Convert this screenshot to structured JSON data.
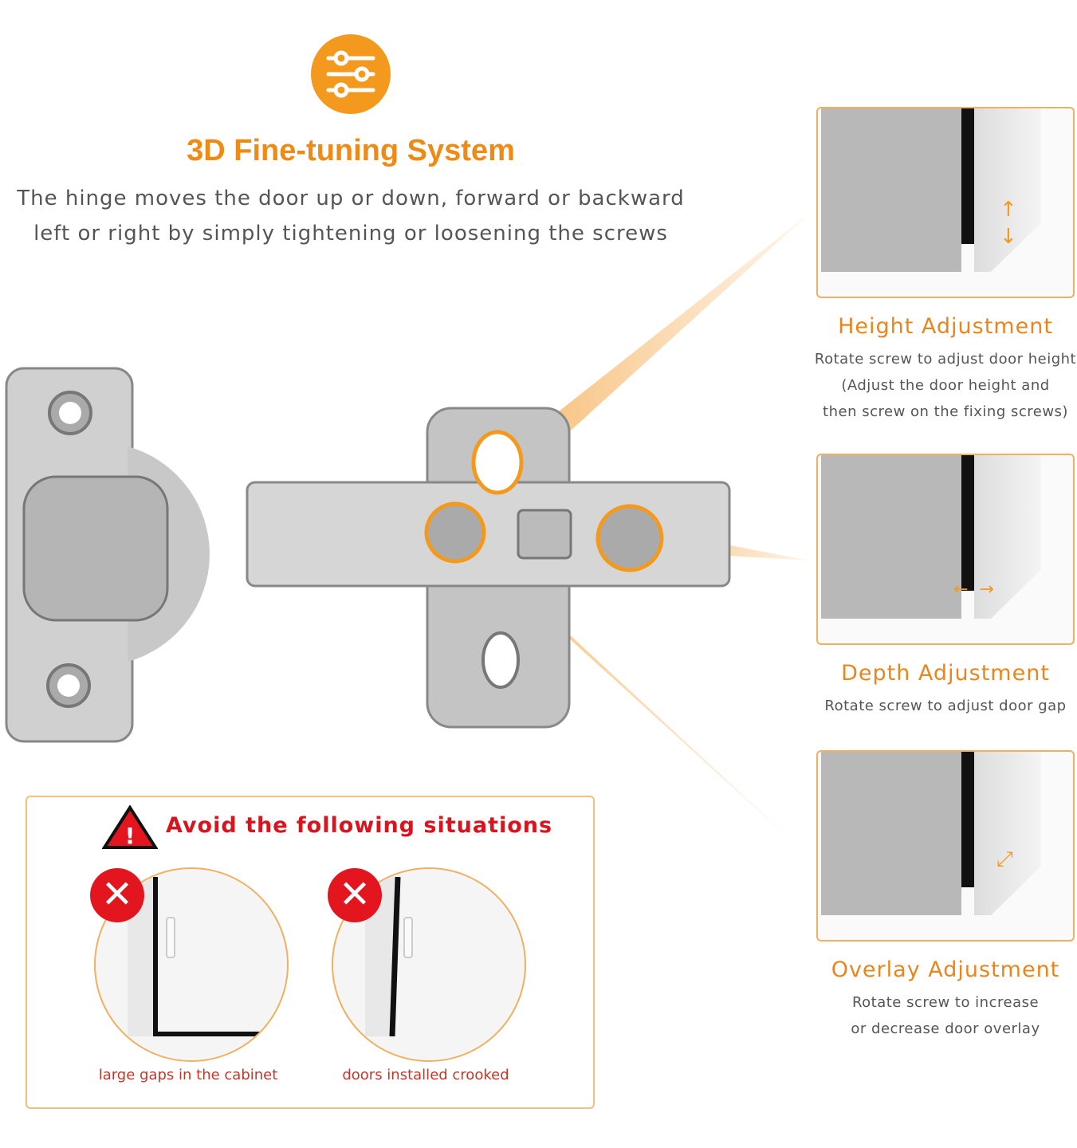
{
  "header": {
    "title": "3D Fine-tuning System",
    "subtitle_line1": "The hinge moves the door up or down, forward or backward",
    "subtitle_line2": "left or right by simply tightening or loosening the screws",
    "icon": "sliders-icon"
  },
  "adjustments": [
    {
      "title": "Height Adjustment",
      "desc": [
        "Rotate screw to adjust door height",
        "(Adjust the door height and",
        "then screw on the fixing screws)"
      ]
    },
    {
      "title": "Depth Adjustment",
      "desc": [
        "Rotate screw to adjust door gap"
      ]
    },
    {
      "title": "Overlay Adjustment",
      "desc": [
        "Rotate screw to increase",
        "or decrease door overlay"
      ]
    }
  ],
  "avoid": {
    "title": "Avoid the following situations",
    "items": [
      {
        "caption": "large gaps in the cabinet"
      },
      {
        "caption": "doors installed crooked"
      }
    ],
    "x_symbol": "✕",
    "warn_symbol": "!"
  },
  "colors": {
    "accent": "#f39a1e",
    "warning": "#e3161f"
  }
}
